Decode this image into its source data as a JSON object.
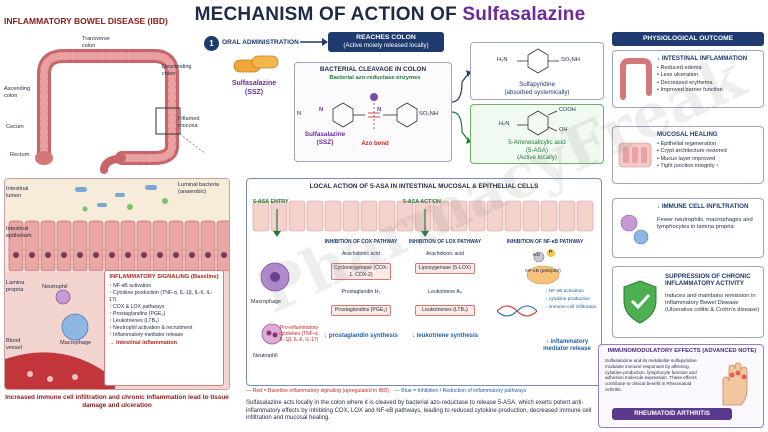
{
  "title": {
    "prefix": "MECHANISM OF ACTION OF",
    "drug": "Sulfasalazine"
  },
  "left": {
    "heading": "INFLAMMATORY BOWEL DISEASE (IBD)",
    "colon_labels": {
      "transverse": "Transverse colon",
      "ascending": "Ascending colon",
      "descending": "Descending colon",
      "cecum": "Cecum",
      "rectum": "Rectum",
      "inflamed": "Inflamed mucosa"
    },
    "micro_labels": {
      "lumen": "Intestinal lumen",
      "bacteria": "Luminal bacteria (anaerobic)",
      "epithelium": "Intestinal epithelium",
      "lamina": "Lamina propria",
      "neutrophil": "Neutrophil",
      "macrophage": "Macrophage",
      "vessel": "Blood vessel"
    },
    "signaling": {
      "heading": "INFLAMMATORY SIGNALING (Baseline)",
      "items": [
        "NF-κB activation",
        "Cytokine production (TNF-α, IL-1β, IL-6, IL-17)",
        "COX & LOX pathways",
        "Prostaglandins (PGE₂)",
        "Leukotrienes (LTB₄)",
        "Neutrophil activation & recruitment",
        "Inflammatory mediator release"
      ],
      "result": "→ Intestinal inflammation"
    },
    "footer": "Increased immune cell infiltration and chronic inflammation lead to tissue damage and ulceration"
  },
  "middle": {
    "step_number": "1",
    "step_label": "ORAL ADMINISTRATION",
    "reaches": {
      "title": "REACHES COLON",
      "sub": "(Active moiety released locally)"
    },
    "ssz": {
      "name": "Sulfasalazine",
      "abbr": "(SSZ)"
    },
    "cleavage": {
      "heading": "BACTERIAL CLEAVAGE IN COLON",
      "enzyme": "Bacterial azo-reductase enzymes",
      "ssz_name": "Sulfasalazine",
      "ssz_abbr": "(SSZ)",
      "bond": "Azo bond"
    },
    "sulfapyridine": {
      "name": "Sulfapyridine",
      "sub": "(absorbed systemically)"
    },
    "asa": {
      "name": "5-Aminosalicylic acid",
      "abbr": "(5-ASA)",
      "sub": "(Active locally)"
    },
    "chem": {
      "h2n": "H₂N",
      "so2nh": "SO₂NH",
      "so2nh2": "SO₂NH₂",
      "cooh": "COOH",
      "oh": "OH",
      "n": "N",
      "ring_n": "N"
    }
  },
  "local": {
    "heading": "LOCAL ACTION OF 5-ASA IN INTESTINAL MUCOSAL & EPITHELIAL CELLS",
    "entry": "5-ASA ENTRY",
    "action": "5-ASA ACTION",
    "macrophage": "Macrophage",
    "neutrophil": "Neutrophil",
    "cytokines": "Pro-inflammatory cytokines (TNF-α, IL-1β, IL-6, IL-17)",
    "cox": {
      "heading": "INHIBITION OF COX PATHWAY",
      "substrate": "Arachidonic acid",
      "enzyme": "Cyclooxygenase (COX-1, COX-2)",
      "mid": "Prostaglandin H₂",
      "product": "Prostaglandins (PGE₂)",
      "result": "↓ prostaglandin synthesis"
    },
    "lox": {
      "heading": "INHIBITION OF LOX PATHWAY",
      "substrate": "Arachidonic acid",
      "enzyme": "Lipoxygenase (5-LOX)",
      "mid": "Leukotriene A₄",
      "product": "Leukotrienes (LTB₄)",
      "result": "↓ leukotriene synthesis"
    },
    "nfkb": {
      "heading": "INHIBITION OF NF-κB PATHWAY",
      "ikb": "IκB",
      "p": "P",
      "complex": "NF-κB (p65/p50)",
      "items": [
        "↓ NF-κB activation",
        "↓ cytokine production",
        "↓ immune cell infiltration"
      ],
      "result": "↓ inflammatory mediator release"
    }
  },
  "legend": {
    "red": "— Red = Baseline inflammatory signaling (upregulated in IBD)",
    "blue": "— Blue = Inhibition / Reduction of inflammatory pathways"
  },
  "summary": "Sulfasalazine acts locally in the colon where it is cleaved by bacterial azo-reductase to release 5-ASA, which exerts potent anti-inflammatory effects by inhibiting COX, LOX and NF-κB pathways, leading to reduced cytokine production, decreased immune cell infiltration and mucosal healing.",
  "right": {
    "heading": "PHYSIOLOGICAL OUTCOME",
    "inflammation": {
      "title": "↓ INTESTINAL INFLAMMATION",
      "items": [
        "Reduced edema",
        "Less ulceration",
        "Decreased erythema",
        "Improved barrier function"
      ]
    },
    "healing": {
      "title": "MUCOSAL HEALING",
      "items": [
        "Epithelial regeneration",
        "Crypt architecture restored",
        "Mucus layer improved",
        "Tight junction integrity ↑"
      ]
    },
    "infiltration": {
      "title": "↓ IMMUNE CELL INFILTRATION",
      "body": "Fewer neutrophils, macrophages and lymphocytes in lamina propria"
    },
    "suppression": {
      "title": "SUPPRESSION OF CHRONIC INFLAMMATORY ACTIVITY",
      "body": "Induces and maintains remission in Inflammatory Bowel Disease (Ulcerative colitis & Crohn's disease)"
    },
    "immuno": {
      "title": "IMMUNOMODULATORY EFFECTS (ADVANCED NOTE)",
      "body": "Sulfasalazine and its metabolite sulfapyridine modulate immune responses by affecting cytokine production, lymphocyte function and adhesion molecule expression. These effects contribute to clinical benefit in Rheumatoid Arthritis."
    },
    "ra": "RHEUMATOID ARTHRITIS"
  },
  "watermark": "PharmacyFreak",
  "colors": {
    "navy": "#1f3a6e",
    "red": "#c62828",
    "blue": "#1f5fa8",
    "green": "#1e7b3a",
    "purple": "#6a2a9a"
  }
}
